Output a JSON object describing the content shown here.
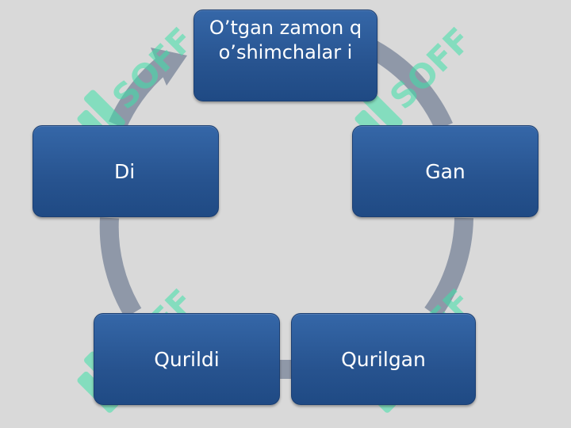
{
  "diagram": {
    "nodes": [
      {
        "id": "top",
        "label": "O’tgan zamon qo’shimchalar i"
      },
      {
        "id": "right",
        "label": "Gan"
      },
      {
        "id": "bottom-right",
        "label": "Qurilgan"
      },
      {
        "id": "bottom-left",
        "label": "Qurildi"
      },
      {
        "id": "left",
        "label": "Di"
      }
    ],
    "cycle_color": "#8f98a8",
    "box_color": "#2b5a99"
  },
  "watermark": {
    "text": "SOFF",
    "color": "#3fe0a8"
  }
}
